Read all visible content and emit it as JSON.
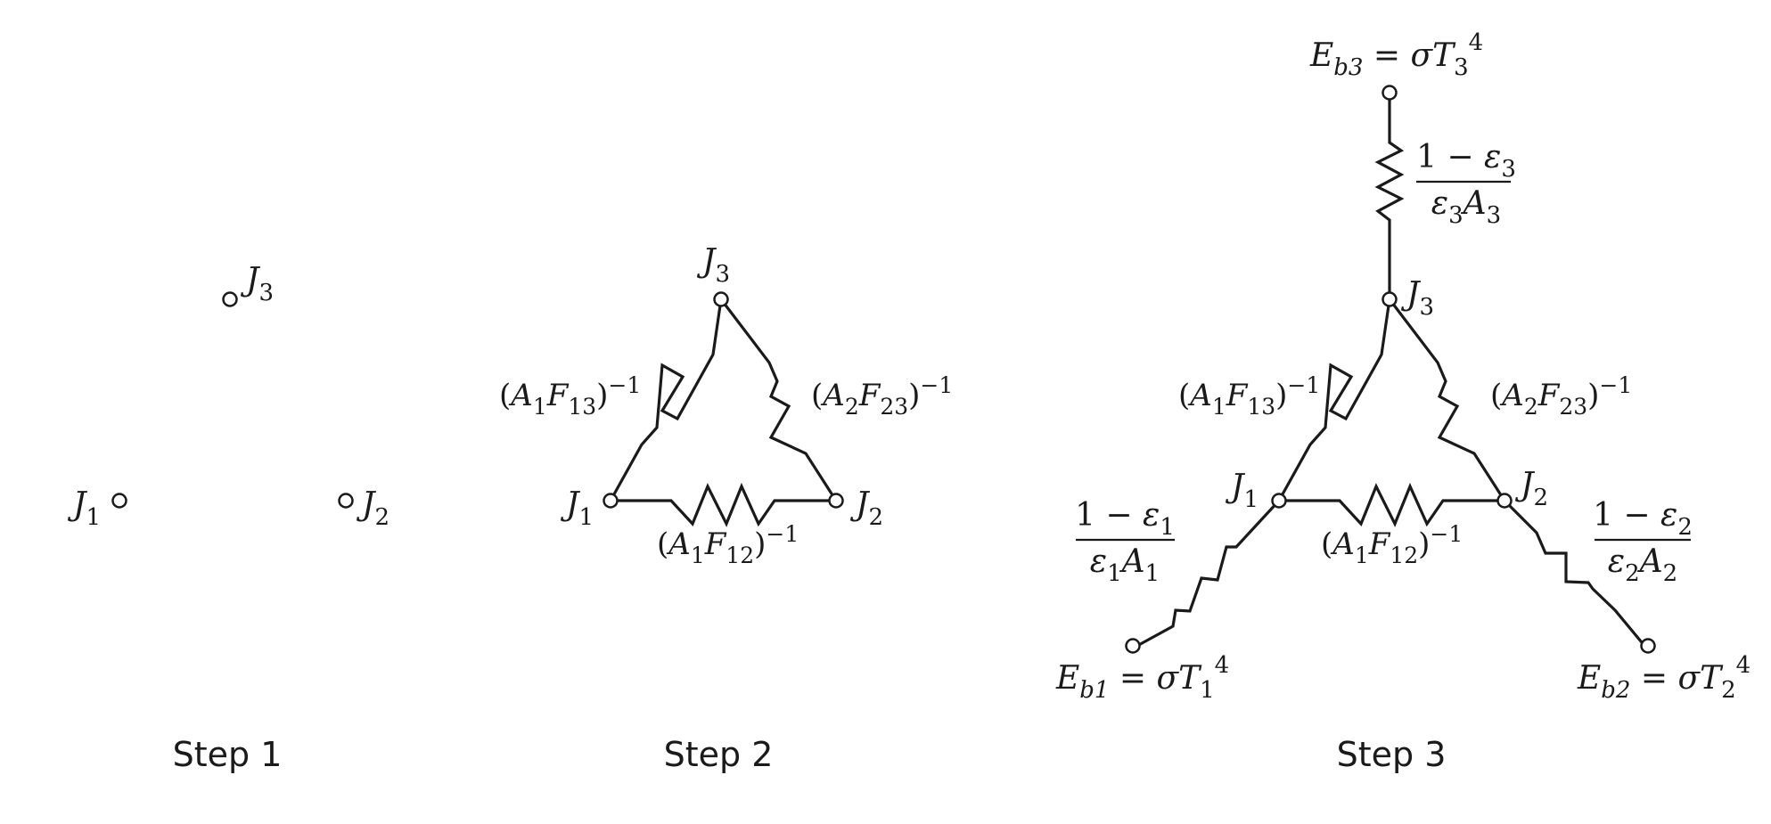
{
  "diagram": {
    "steps": [
      "Step 1",
      "Step 2",
      "Step 3"
    ],
    "nodes": {
      "j1": {
        "base": "J",
        "sub": "1"
      },
      "j2": {
        "base": "J",
        "sub": "2"
      },
      "j3": {
        "base": "J",
        "sub": "3"
      }
    },
    "resistors": {
      "r13": {
        "open": "(",
        "a": "A",
        "a_sub": "1",
        "f": "F",
        "f_sub": "13",
        "close": ")",
        "sup": "−1"
      },
      "r23": {
        "open": "(",
        "a": "A",
        "a_sub": "2",
        "f": "F",
        "f_sub": "23",
        "close": ")",
        "sup": "−1"
      },
      "r12": {
        "open": "(",
        "a": "A",
        "a_sub": "1",
        "f": "F",
        "f_sub": "12",
        "close": ")",
        "sup": "−1"
      }
    },
    "surface_resistors": {
      "s1": {
        "num": "1 − ",
        "eps": "ε",
        "sub": "1",
        "den_eps": "ε",
        "den_a": "A"
      },
      "s2": {
        "num": "1 − ",
        "eps": "ε",
        "sub": "2",
        "den_eps": "ε",
        "den_a": "A"
      },
      "s3": {
        "num": "1 − ",
        "eps": "ε",
        "sub": "3",
        "den_eps": "ε",
        "den_a": "A"
      }
    },
    "blackbody": {
      "e1": {
        "e": "E",
        "sub": "b1",
        "eq": " = ",
        "sigma": "σ",
        "t": "T",
        "t_sub": "1",
        "sup": "4"
      },
      "e2": {
        "e": "E",
        "sub": "b2",
        "eq": " = ",
        "sigma": "σ",
        "t": "T",
        "t_sub": "2",
        "sup": "4"
      },
      "e3": {
        "e": "E",
        "sub": "b3",
        "eq": " = ",
        "sigma": "σ",
        "t": "T",
        "t_sub": "3",
        "sup": "4"
      }
    }
  }
}
